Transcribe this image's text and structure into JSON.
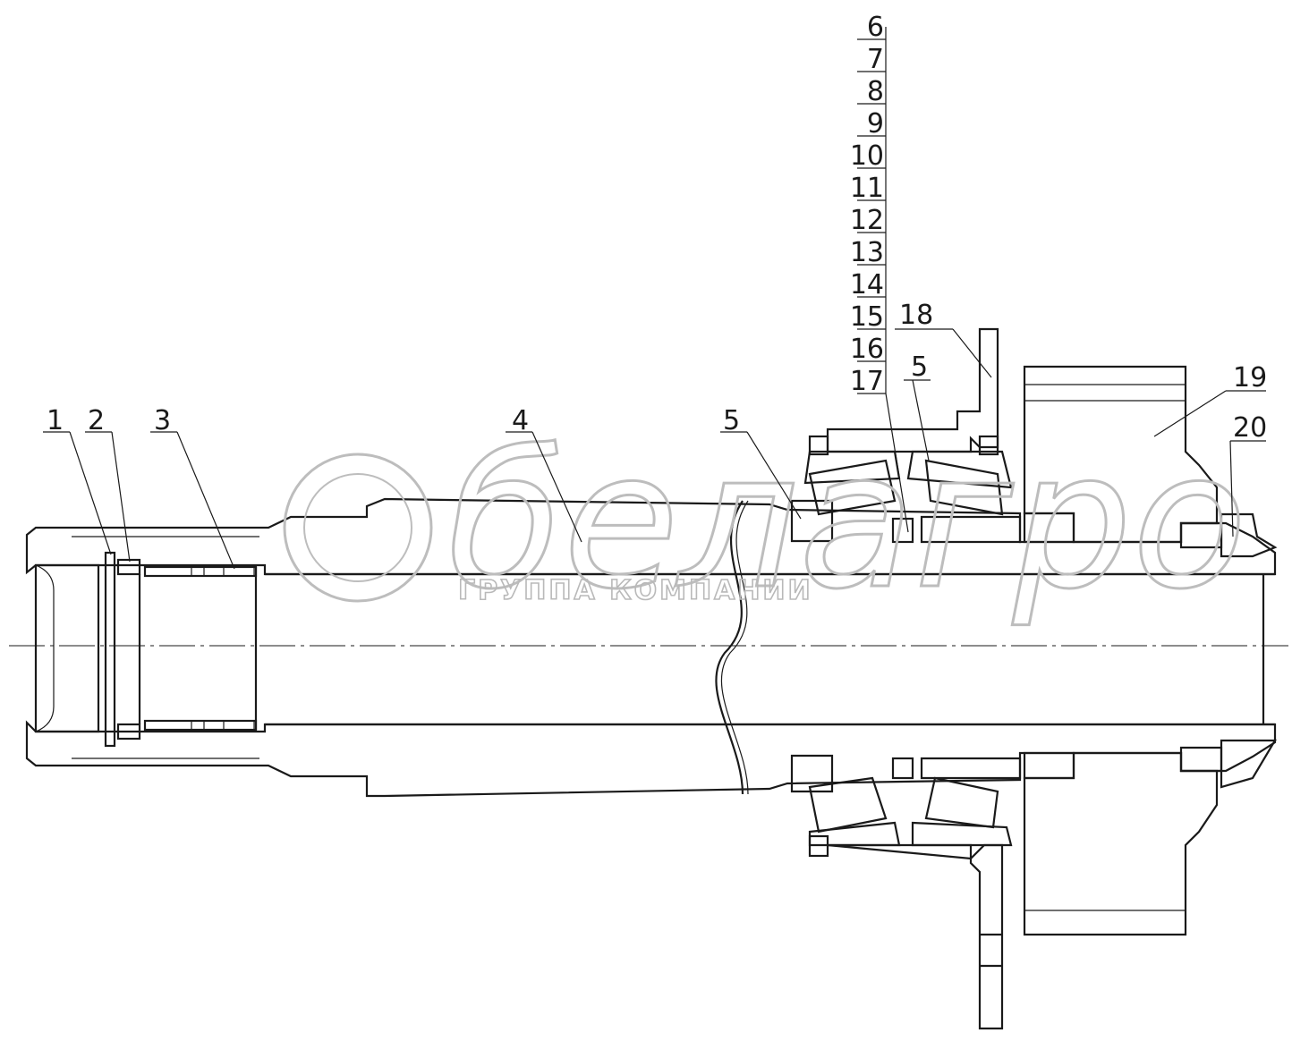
{
  "drawing": {
    "callouts_stack": [
      "6",
      "7",
      "8",
      "9",
      "10",
      "11",
      "12",
      "13",
      "14",
      "15",
      "16",
      "17"
    ],
    "callouts": [
      {
        "id": "c1",
        "label": "1"
      },
      {
        "id": "c2",
        "label": "2"
      },
      {
        "id": "c3",
        "label": "3"
      },
      {
        "id": "c4",
        "label": "4"
      },
      {
        "id": "c5a",
        "label": "5"
      },
      {
        "id": "c5b",
        "label": "5"
      },
      {
        "id": "c18",
        "label": "18"
      },
      {
        "id": "c19",
        "label": "19"
      },
      {
        "id": "c20",
        "label": "20"
      }
    ]
  },
  "watermark": {
    "logo": "белагро",
    "caption": "ГРУППА КОМПАНИИ"
  },
  "colors": {
    "ink": "#1a1a1a",
    "watermark": "#bdbdbd",
    "background": "#ffffff"
  }
}
